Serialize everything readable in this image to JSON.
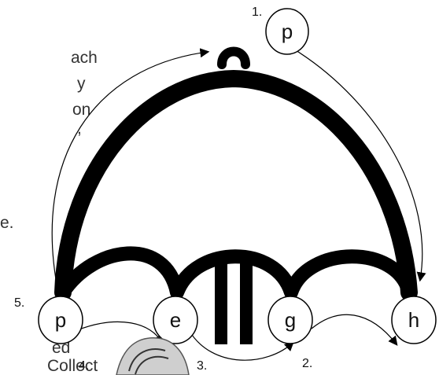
{
  "colors": {
    "ink": "#000000",
    "node_fill": "#ffffff",
    "text": "#111111",
    "fragment_text": "#333333"
  },
  "nodes": {
    "top_p": "p",
    "left_p": "p",
    "e": "e",
    "g": "g",
    "h": "h"
  },
  "steps": {
    "s1": "1.",
    "s2": "2.",
    "s3": "3.",
    "s4": "4.",
    "s5": "5."
  },
  "left_fragments": {
    "f1": "ach",
    "f2": "y",
    "f3": "on",
    "f4": ",",
    "f5": "e.",
    "f6": "ed",
    "f7": "Collect"
  }
}
